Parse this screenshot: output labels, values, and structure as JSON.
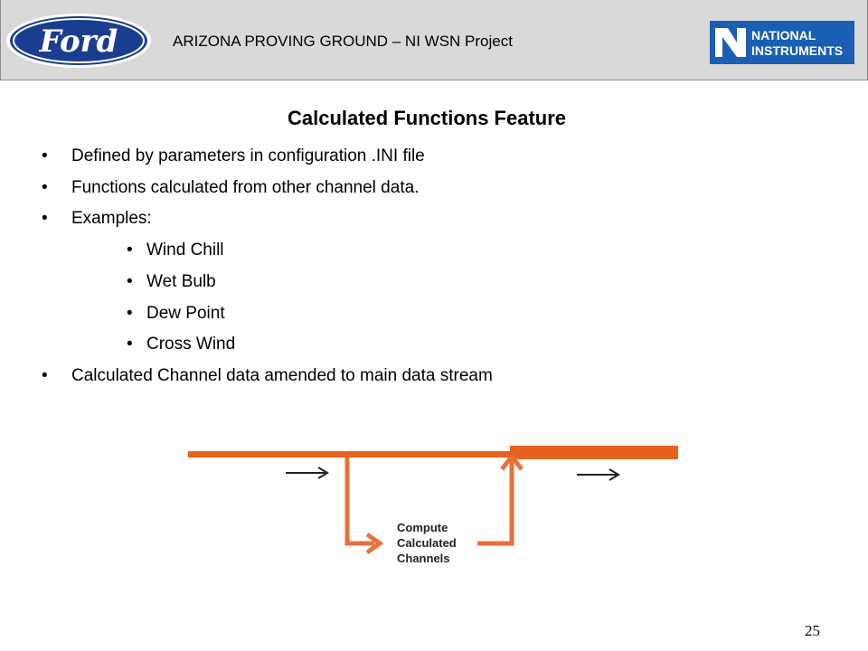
{
  "header": {
    "title": "ARIZONA PROVING GROUND – NI WSN Project",
    "ford_logo_text": "Ford",
    "ni_logo_line1": "NATIONAL",
    "ni_logo_line2": "INSTRUMENTS"
  },
  "slide": {
    "title": "Calculated Functions Feature",
    "bullets": [
      "Defined by parameters in configuration .INI file",
      "Functions calculated from other channel data.",
      "Examples:",
      "Calculated Channel data amended to main data stream"
    ],
    "sub_bullets": [
      "Wind Chill",
      "Wet Bulb",
      "Dew Point",
      "Cross Wind"
    ],
    "bullet_glyph": "•"
  },
  "diagram": {
    "box_label_line1": "Compute",
    "box_label_line2": "Calculated",
    "box_label_line3": "Channels",
    "line_color": "#e8621f",
    "arrow_color": "#e8703a"
  },
  "footer": {
    "page_number": "25"
  }
}
